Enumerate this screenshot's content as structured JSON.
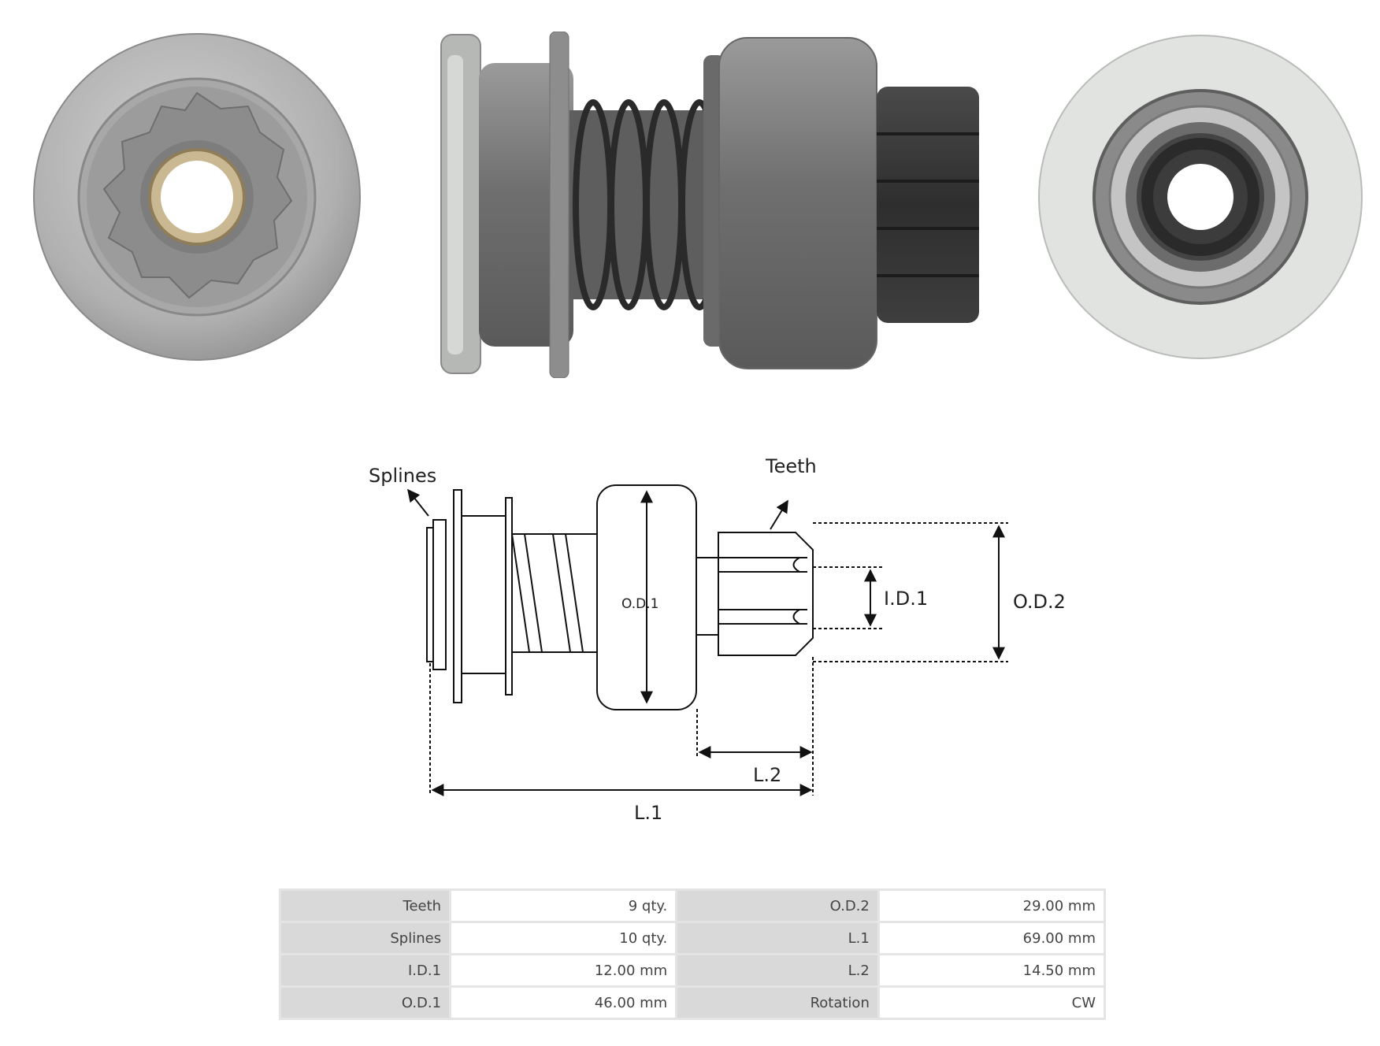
{
  "diagram": {
    "labels": {
      "splines": "Splines",
      "teeth": "Teeth",
      "od1": "O.D.1",
      "id1": "I.D.1",
      "od2": "O.D.2",
      "l2": "L.2",
      "l1": "L.1"
    }
  },
  "specs": {
    "rows": [
      {
        "k1": "Teeth",
        "v1": "9 qty.",
        "k2": "O.D.2",
        "v2": "29.00 mm"
      },
      {
        "k1": "Splines",
        "v1": "10 qty.",
        "k2": "L.1",
        "v2": "69.00 mm"
      },
      {
        "k1": "I.D.1",
        "v1": "12.00 mm",
        "k2": "L.2",
        "v2": "14.50 mm"
      },
      {
        "k1": "O.D.1",
        "v1": "46.00 mm",
        "k2": "Rotation",
        "v2": "CW"
      }
    ]
  }
}
